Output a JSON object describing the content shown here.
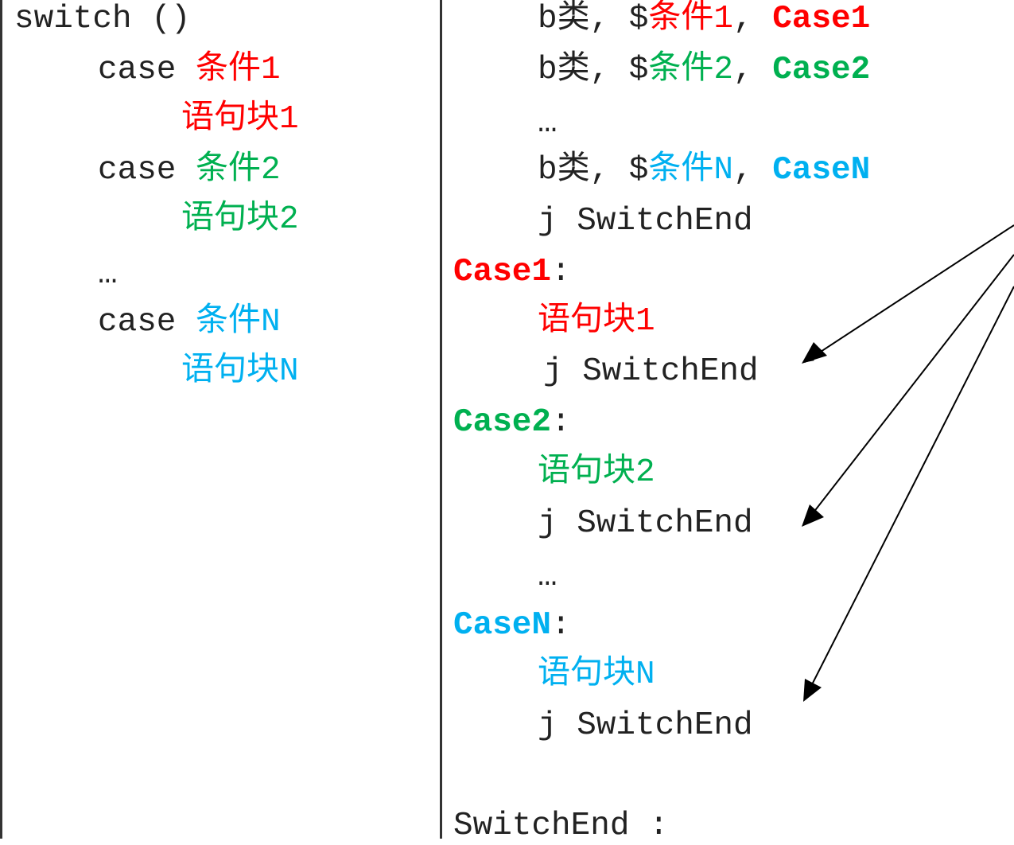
{
  "colors": {
    "default": "#222222",
    "red": "#ff0000",
    "green": "#00b050",
    "blue": "#00b0f0"
  },
  "left": {
    "lines": [
      {
        "segments": [
          {
            "text": "switch ()",
            "color": "default"
          }
        ]
      },
      {
        "segments": [
          {
            "text": "case ",
            "color": "default"
          },
          {
            "text": "条件1",
            "color": "red"
          }
        ]
      },
      {
        "segments": [
          {
            "text": "语句块1",
            "color": "red"
          }
        ]
      },
      {
        "segments": [
          {
            "text": "case ",
            "color": "default"
          },
          {
            "text": "条件2",
            "color": "green"
          }
        ]
      },
      {
        "segments": [
          {
            "text": "语句块2",
            "color": "green"
          }
        ]
      },
      {
        "segments": [
          {
            "text": "…",
            "color": "default"
          }
        ]
      },
      {
        "segments": [
          {
            "text": "case ",
            "color": "default"
          },
          {
            "text": "条件N",
            "color": "blue"
          }
        ]
      },
      {
        "segments": [
          {
            "text": "语句块N",
            "color": "blue"
          }
        ]
      }
    ]
  },
  "right": {
    "lines": [
      {
        "segments": [
          {
            "text": "b类, $",
            "color": "default"
          },
          {
            "text": "条件1",
            "color": "red"
          },
          {
            "text": ", ",
            "color": "default"
          },
          {
            "text": "Case1",
            "color": "red",
            "bold": true
          }
        ]
      },
      {
        "segments": [
          {
            "text": "b类, $",
            "color": "default"
          },
          {
            "text": "条件2",
            "color": "green"
          },
          {
            "text": ", ",
            "color": "default"
          },
          {
            "text": "Case2",
            "color": "green",
            "bold": true
          }
        ]
      },
      {
        "segments": [
          {
            "text": "…",
            "color": "default"
          }
        ]
      },
      {
        "segments": [
          {
            "text": "b类, $",
            "color": "default"
          },
          {
            "text": "条件N",
            "color": "blue"
          },
          {
            "text": ", ",
            "color": "default"
          },
          {
            "text": "CaseN",
            "color": "blue",
            "bold": true
          }
        ]
      },
      {
        "segments": [
          {
            "text": "j SwitchEnd",
            "color": "default"
          }
        ]
      },
      {
        "segments": [
          {
            "text": "Case1",
            "color": "red",
            "bold": true
          },
          {
            "text": ":",
            "color": "default"
          }
        ]
      },
      {
        "segments": [
          {
            "text": "语句块1",
            "color": "red"
          }
        ]
      },
      {
        "segments": [
          {
            "text": "j SwitchEnd",
            "color": "default"
          }
        ]
      },
      {
        "segments": [
          {
            "text": "Case2",
            "color": "green",
            "bold": true
          },
          {
            "text": ":",
            "color": "default"
          }
        ]
      },
      {
        "segments": [
          {
            "text": "语句块2",
            "color": "green"
          }
        ]
      },
      {
        "segments": [
          {
            "text": "j SwitchEnd",
            "color": "default"
          }
        ]
      },
      {
        "segments": [
          {
            "text": "…",
            "color": "default"
          }
        ]
      },
      {
        "segments": [
          {
            "text": "CaseN",
            "color": "blue",
            "bold": true
          },
          {
            "text": ":",
            "color": "default"
          }
        ]
      },
      {
        "segments": [
          {
            "text": "语句块N",
            "color": "blue"
          }
        ]
      },
      {
        "segments": [
          {
            "text": "j SwitchEnd",
            "color": "default"
          }
        ]
      },
      {
        "segments": [
          {
            "text": "SwitchEnd :",
            "color": "default"
          }
        ]
      }
    ]
  }
}
